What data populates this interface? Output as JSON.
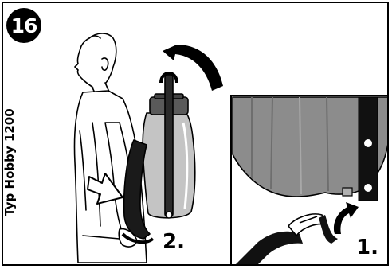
{
  "step_number": "16",
  "model_label": "Typ Hobby 1200",
  "steps": {
    "step_2": "2.",
    "step_1": "1."
  },
  "icons": [
    "step-badge",
    "curved-arrow-icon",
    "hollow-arrow-icon",
    "backpack-sprayer",
    "strap-buckle"
  ]
}
